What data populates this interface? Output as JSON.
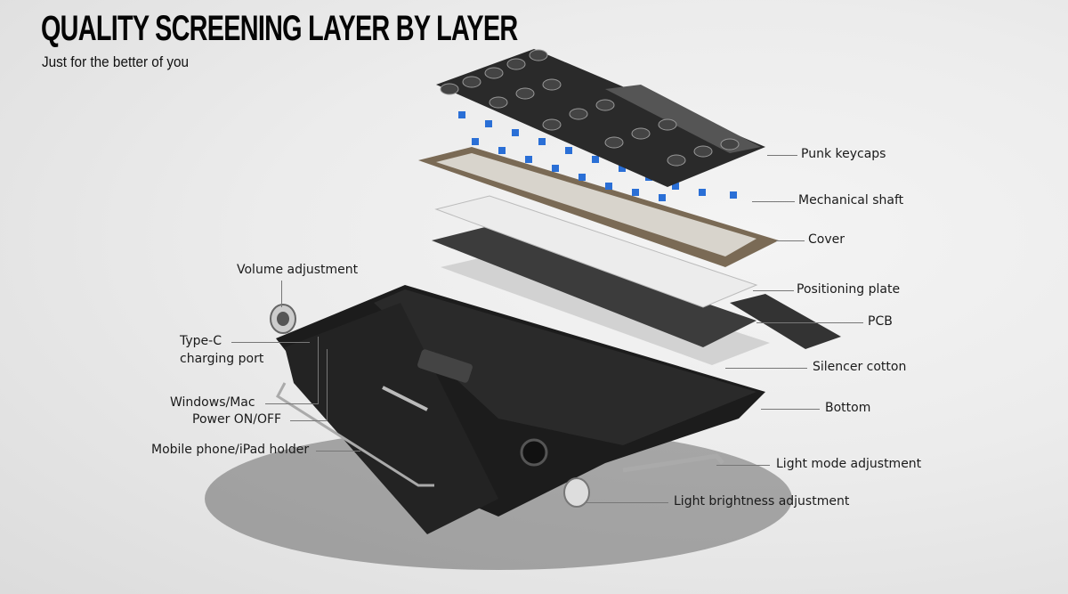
{
  "header": {
    "title": "QUALITY SCREENING LAYER BY LAYER",
    "subtitle": "Just for the better of you"
  },
  "callouts_right": [
    {
      "id": "keycaps",
      "label": "Punk keycaps"
    },
    {
      "id": "shaft",
      "label": "Mechanical shaft"
    },
    {
      "id": "cover",
      "label": "Cover"
    },
    {
      "id": "plate",
      "label": "Positioning plate"
    },
    {
      "id": "pcb",
      "label": "PCB"
    },
    {
      "id": "cotton",
      "label": "Silencer cotton"
    },
    {
      "id": "bottom",
      "label": "Bottom"
    },
    {
      "id": "light_mode",
      "label": "Light mode adjustment"
    },
    {
      "id": "light_brightness",
      "label": "Light brightness adjustment"
    }
  ],
  "callouts_left": [
    {
      "id": "volume",
      "label": "Volume adjustment"
    },
    {
      "id": "typec_1",
      "label": "Type-C"
    },
    {
      "id": "typec_2",
      "label": "charging port"
    },
    {
      "id": "winmac",
      "label": "Windows/Mac"
    },
    {
      "id": "power",
      "label": "Power ON/OFF"
    },
    {
      "id": "holder",
      "label": "Mobile phone/iPad holder"
    }
  ],
  "colors": {
    "cover": "#7a6a55",
    "switch_blue": "#2a6fd6",
    "keycap": "#2a2a2a",
    "plate": "#e8e8e8",
    "pcb": "#3a3a3a",
    "cotton": "#cfcfcf",
    "bottom": "#1c1c1c"
  }
}
